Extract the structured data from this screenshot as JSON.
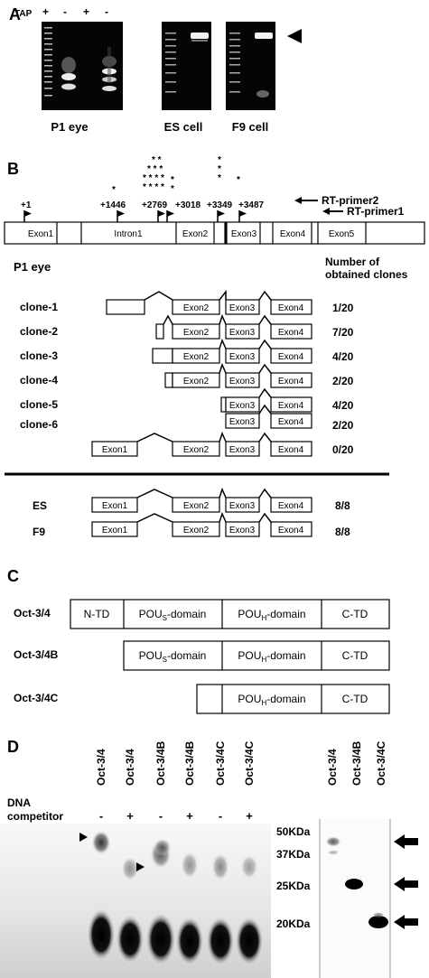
{
  "panel_a": {
    "letter": "A",
    "tap_label": "TAP",
    "tap_marks": [
      "+",
      "-",
      "+",
      "-"
    ],
    "gel_labels": [
      "P1 eye",
      "ES cell",
      "F9 cell"
    ]
  },
  "panel_b": {
    "letter": "B",
    "positions": [
      "+1",
      "+1446",
      "+2769",
      "+3018",
      "+3349",
      "+3487"
    ],
    "asterisks": [
      "*",
      "* *",
      "* * *",
      "* * * *",
      "* * * *",
      "*",
      "*",
      "*",
      "*",
      "*",
      "*"
    ],
    "primer_1": "RT-primer1",
    "primer_2": "RT-primer2",
    "exons": [
      "Exon1",
      "Intron1",
      "Exon2",
      "Exon3",
      "Exon4",
      "Exon5"
    ],
    "sample_label": "P1 eye",
    "count_header_1": "Number of",
    "count_header_2": "obtained clones",
    "clones": [
      {
        "name": "clone-1",
        "count": "1/20",
        "exon2": "Exon2",
        "exon3": "Exon3",
        "exon4": "Exon4"
      },
      {
        "name": "clone-2",
        "count": "7/20",
        "exon2": "Exon2",
        "exon3": "Exon3",
        "exon4": "Exon4"
      },
      {
        "name": "clone-3",
        "count": "4/20",
        "exon2": "Exon2",
        "exon3": "Exon3",
        "exon4": "Exon4"
      },
      {
        "name": "clone-4",
        "count": "2/20",
        "exon2": "Exon2",
        "exon3": "Exon3",
        "exon4": "Exon4"
      },
      {
        "name": "clone-5",
        "count": "4/20",
        "exon3": "Exon3",
        "exon4": "Exon4"
      },
      {
        "name": "clone-6",
        "count": "2/20",
        "exon3": "Exon3",
        "exon4": "Exon4"
      },
      {
        "name": "",
        "count": "0/20",
        "exon1": "Exon1",
        "exon2": "Exon2",
        "exon3": "Exon3",
        "exon4": "Exon4"
      }
    ],
    "cell_lines": [
      {
        "name": "ES",
        "count": "8/8",
        "exon1": "Exon1",
        "exon2": "Exon2",
        "exon3": "Exon3",
        "exon4": "Exon4"
      },
      {
        "name": "F9",
        "count": "8/8",
        "exon1": "Exon1",
        "exon2": "Exon2",
        "exon3": "Exon3",
        "exon4": "Exon4"
      }
    ]
  },
  "panel_c": {
    "letter": "C",
    "isoforms": [
      {
        "name": "Oct-3/4",
        "domains": [
          "N-TD",
          "POUS-domain",
          "POUH-domain",
          "C-TD"
        ]
      },
      {
        "name": "Oct-3/4B",
        "domains": [
          "POUS-domain",
          "POUH-domain",
          "C-TD"
        ]
      },
      {
        "name": "Oct-3/4C",
        "domains": [
          "POUH-domain",
          "C-TD"
        ]
      }
    ],
    "pou_prefix": "POU",
    "sub_s": "S",
    "sub_h": "H",
    "domain_suffix": "-domain"
  },
  "panel_d": {
    "letter": "D",
    "emsa_lanes": [
      "Oct-3/4",
      "Oct-3/4",
      "Oct-3/4B",
      "Oct-3/4B",
      "Oct-3/4C",
      "Oct-3/4C"
    ],
    "competitor_label_1": "DNA",
    "competitor_label_2": "competitor",
    "competitor_marks": [
      "-",
      "+",
      "-",
      "+",
      "-",
      "+"
    ],
    "markers": [
      "50KDa",
      "37KDa",
      "25KDa",
      "20KDa"
    ],
    "western_lanes": [
      "Oct-3/4",
      "Oct-3/4B",
      "Oct-3/4C"
    ]
  }
}
